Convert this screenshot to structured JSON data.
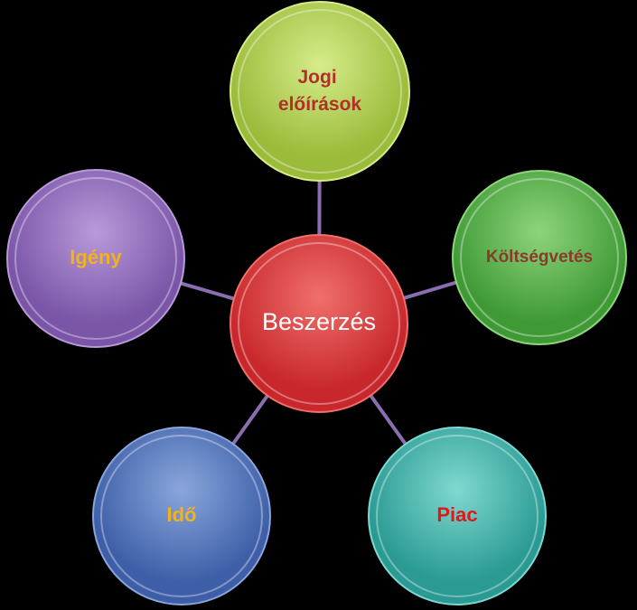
{
  "center": {
    "label": "Beszerzés",
    "color": "#c8272b",
    "light": "#f0706c",
    "text_color": "#ffffff"
  },
  "connector_color": "#8a6fb0",
  "nodes": [
    {
      "id": "jogi",
      "lines": [
        "Jogi",
        "előírások"
      ],
      "color": "#9bbb3a",
      "light": "#d6ec8a",
      "text_color": "#b0302a"
    },
    {
      "id": "koltsegvetes",
      "lines": [
        "Költségvetés"
      ],
      "color": "#3f9a36",
      "light": "#8fd47c",
      "text_color": "#8a3a2a"
    },
    {
      "id": "piac",
      "lines": [
        "Piac"
      ],
      "color": "#2a9a93",
      "light": "#7fd9d1",
      "text_color": "#e01818"
    },
    {
      "id": "ido",
      "lines": [
        "Idő"
      ],
      "color": "#3e5fa8",
      "light": "#8aa6dc",
      "text_color": "#f2b21c"
    },
    {
      "id": "igeny",
      "lines": [
        "Igény"
      ],
      "color": "#7a55a8",
      "light": "#b99ad9",
      "text_color": "#f2b21c"
    }
  ]
}
